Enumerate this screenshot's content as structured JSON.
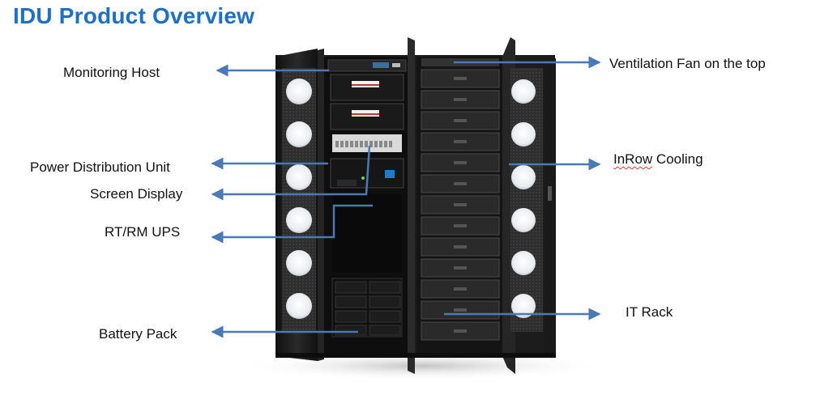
{
  "title": "IDU Product Overview",
  "labels": {
    "monitoring_host": "Monitoring Host",
    "power_distribution_unit": "Power Distribution Unit",
    "screen_display": "Screen Display",
    "rtrm_ups": "RT/RM UPS",
    "battery_pack": "Battery Pack",
    "ventilation_fan": "Ventilation Fan on the top",
    "inrow_prefix": "InRow",
    "inrow_suffix": " Cooling",
    "it_rack": "IT Rack"
  },
  "colors": {
    "title": "#1f6fc2",
    "arrow": "#4a79b4",
    "cabinet": "#1c1c1c"
  }
}
